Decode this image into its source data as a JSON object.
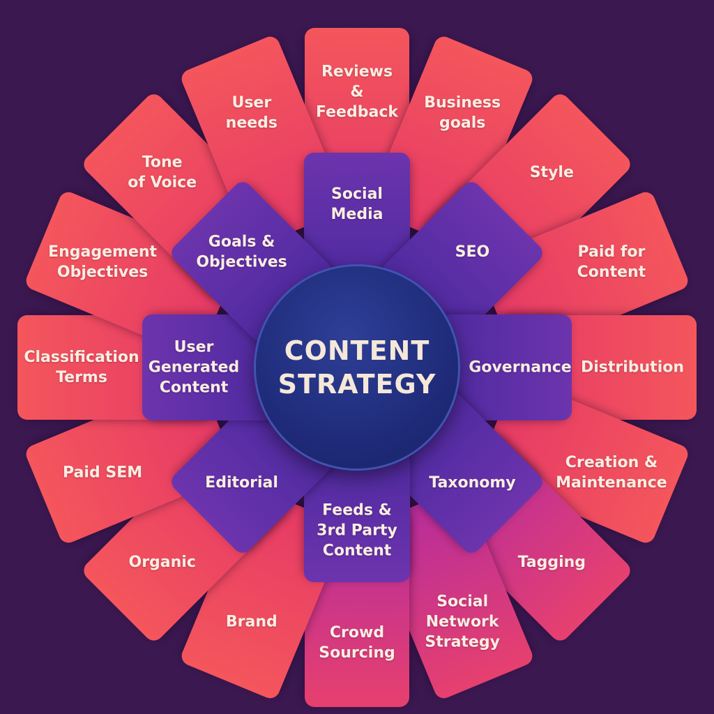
{
  "title": "CONTENT\nSTRATEGY",
  "colors": {
    "background": "#3b1850",
    "outer": "#ef4a63",
    "outer_magenta": "#c02e95",
    "inner": "#5f2ea6",
    "center": "#1e2a78"
  },
  "outer_items": [
    {
      "label": "Reviews\n&\nFeedback",
      "tone": "warm"
    },
    {
      "label": "Business\ngoals",
      "tone": "warm"
    },
    {
      "label": "Style",
      "tone": "warm"
    },
    {
      "label": "Paid for\nContent",
      "tone": "warm"
    },
    {
      "label": "Distribution",
      "tone": "warm"
    },
    {
      "label": "Creation &\nMaintenance",
      "tone": "warm"
    },
    {
      "label": "Tagging",
      "tone": "magenta"
    },
    {
      "label": "Social\nNetwork\nStrategy",
      "tone": "magenta"
    },
    {
      "label": "Crowd\nSourcing",
      "tone": "magenta"
    },
    {
      "label": "Brand",
      "tone": "warm"
    },
    {
      "label": "Organic",
      "tone": "warm"
    },
    {
      "label": "Paid SEM",
      "tone": "warm"
    },
    {
      "label": "Classification\nTerms",
      "tone": "warm"
    },
    {
      "label": "Engagement\nObjectives",
      "tone": "warm"
    },
    {
      "label": "Tone\nof Voice",
      "tone": "warm"
    },
    {
      "label": "User\nneeds",
      "tone": "warm"
    }
  ],
  "inner_items": [
    {
      "label": "Social\nMedia"
    },
    {
      "label": "SEO"
    },
    {
      "label": "Governance"
    },
    {
      "label": "Taxonomy"
    },
    {
      "label": "Feeds &\n3rd Party\nContent"
    },
    {
      "label": "Editorial"
    },
    {
      "label": "User\nGenerated\nContent"
    },
    {
      "label": "Goals &\nObjectives"
    }
  ]
}
